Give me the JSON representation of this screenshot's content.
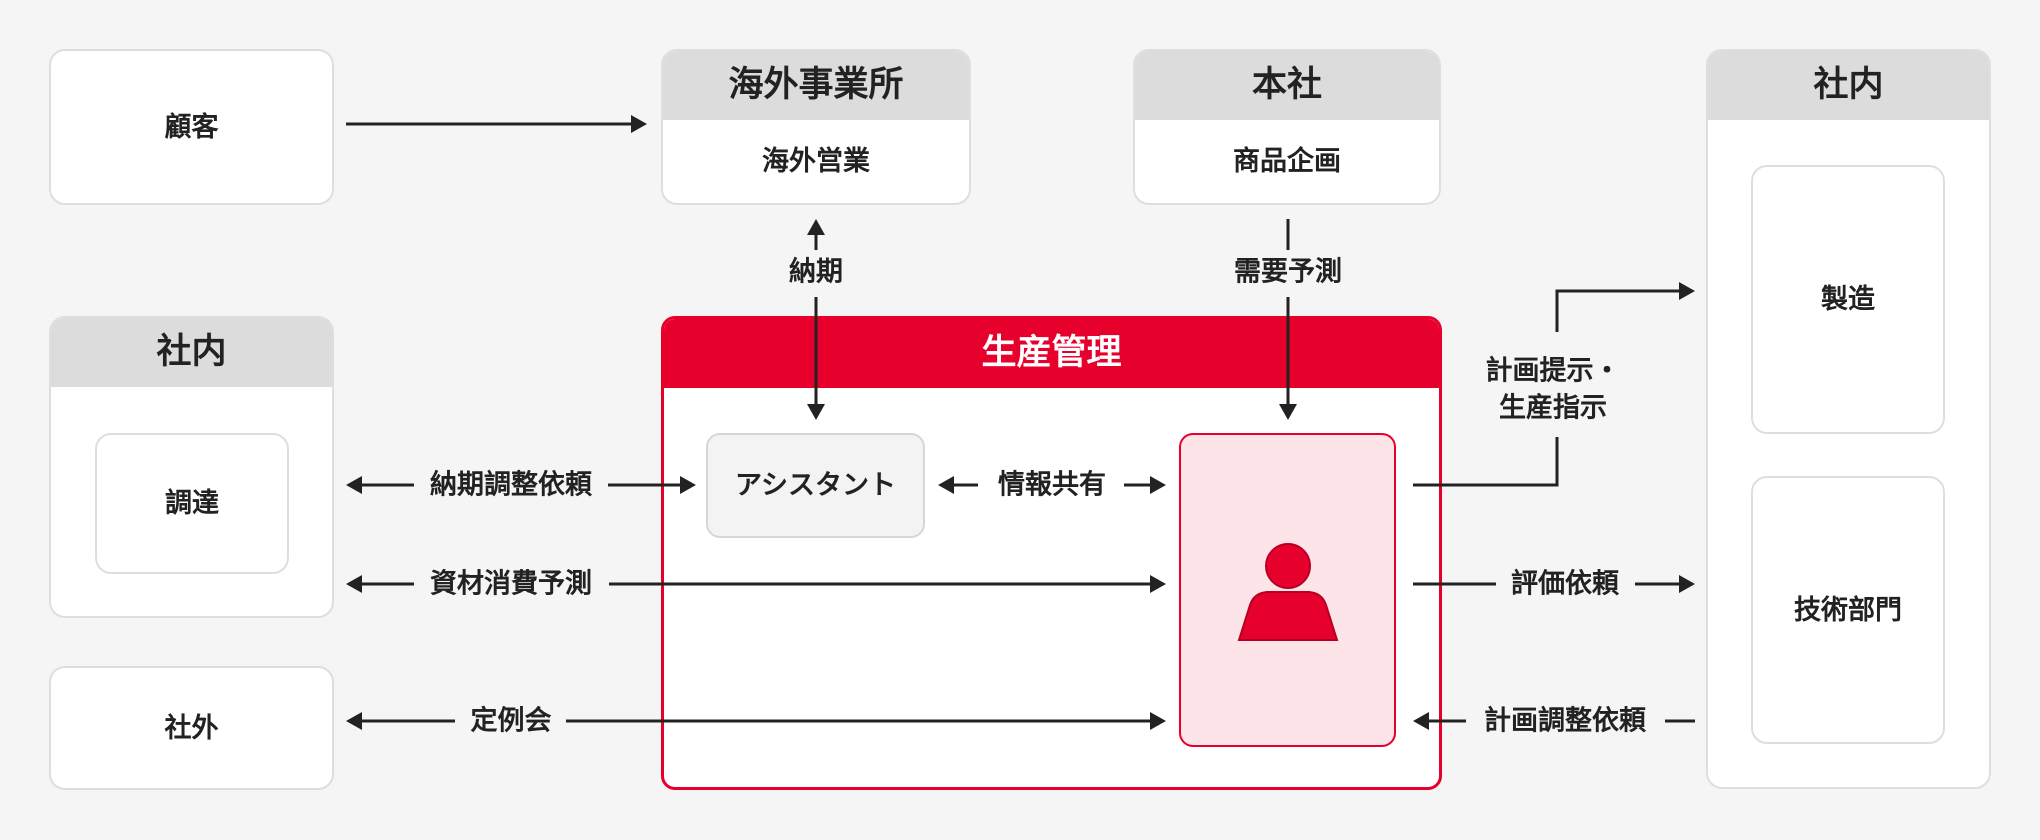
{
  "colors": {
    "background": "#f5f5f5",
    "accent": "#e8002d",
    "header_gray": "#dcdcdc",
    "box_border": "#dedede",
    "person_fill": "#fde4e9",
    "text": "#222222"
  },
  "nodes": {
    "customer": {
      "label": "顧客"
    },
    "overseas_office": {
      "header": "海外事業所",
      "label": "海外営業"
    },
    "head_office": {
      "header": "本社",
      "label": "商品企画"
    },
    "internal_left": {
      "header": "社内",
      "items": [
        "調達"
      ]
    },
    "external": {
      "label": "社外"
    },
    "production_management": {
      "header": "生産管理",
      "assistant": "アシスタント",
      "person_icon": "person-icon"
    },
    "internal_right": {
      "header": "社内",
      "items": [
        "製造",
        "技術部門"
      ]
    }
  },
  "edges": {
    "delivery": "納期",
    "demand_forecast": "需要予測",
    "delivery_adjustment_request": "納期調整依頼",
    "info_sharing": "情報共有",
    "material_consumption_forecast": "資材消費予測",
    "regular_meeting": "定例会",
    "plan_instruction": [
      "計画提示・",
      "生産指示"
    ],
    "evaluation_request": "評価依頼",
    "plan_adjustment_request": "計画調整依頼"
  }
}
